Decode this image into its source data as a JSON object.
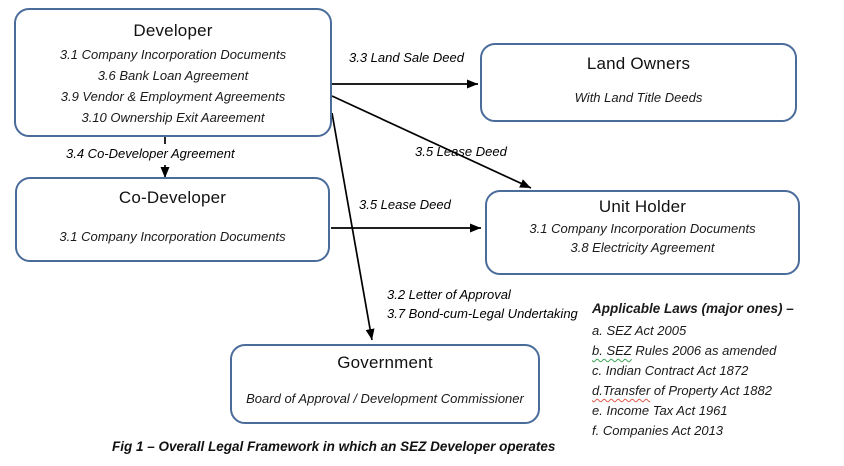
{
  "boxes": {
    "developer": {
      "title": "Developer",
      "items": [
        "3.1 Company Incorporation Documents",
        "3.6 Bank Loan Agreement",
        "3.9 Vendor & Employment Agreements",
        "3.10 Ownership Exit Aareement"
      ]
    },
    "land_owners": {
      "title": "Land Owners",
      "subtitle": "With Land Title Deeds"
    },
    "co_developer": {
      "title": "Co-Developer",
      "items": [
        "3.1 Company Incorporation Documents"
      ]
    },
    "unit_holder": {
      "title": "Unit Holder",
      "items": [
        "3.1 Company Incorporation Documents",
        "3.8 Electricity Agreement"
      ]
    },
    "government": {
      "title": "Government",
      "subtitle": "Board of Approval / Development Commissioner"
    }
  },
  "edges": {
    "land_sale_deed": "3.3 Land Sale Deed",
    "lease_deed_from_developer": "3.5 Lease Deed",
    "lease_deed_from_co_developer": "3.5 Lease Deed",
    "co_developer_agreement": "3.4 Co-Developer Agreement",
    "letter_of_approval": "3.2 Letter of Approval",
    "bond_cum_legal_undertaking": "3.7 Bond-cum-Legal Undertaking"
  },
  "applicable_laws": {
    "title": "Applicable Laws (major ones) –",
    "items": [
      {
        "lead": "",
        "rest": "a. SEZ Act 2005"
      },
      {
        "lead": "b. SEZ",
        "rest": " Rules 2006 as amended"
      },
      {
        "lead": "",
        "rest": "c. Indian Contract Act 1872"
      },
      {
        "lead": "d.Transfer",
        "rest": " of Property Act 1882"
      },
      {
        "lead": "",
        "rest": "e. Income Tax Act 1961"
      },
      {
        "lead": "",
        "rest": "f. Companies Act 2013"
      }
    ]
  },
  "caption": "Fig 1 – Overall Legal Framework in which an SEZ Developer operates",
  "colors": {
    "box_border": "#4a6c9b",
    "arrow": "#000000",
    "text": "#1a1a1a",
    "squiggle_green": "#3aa655",
    "squiggle_red": "#e0584a"
  }
}
